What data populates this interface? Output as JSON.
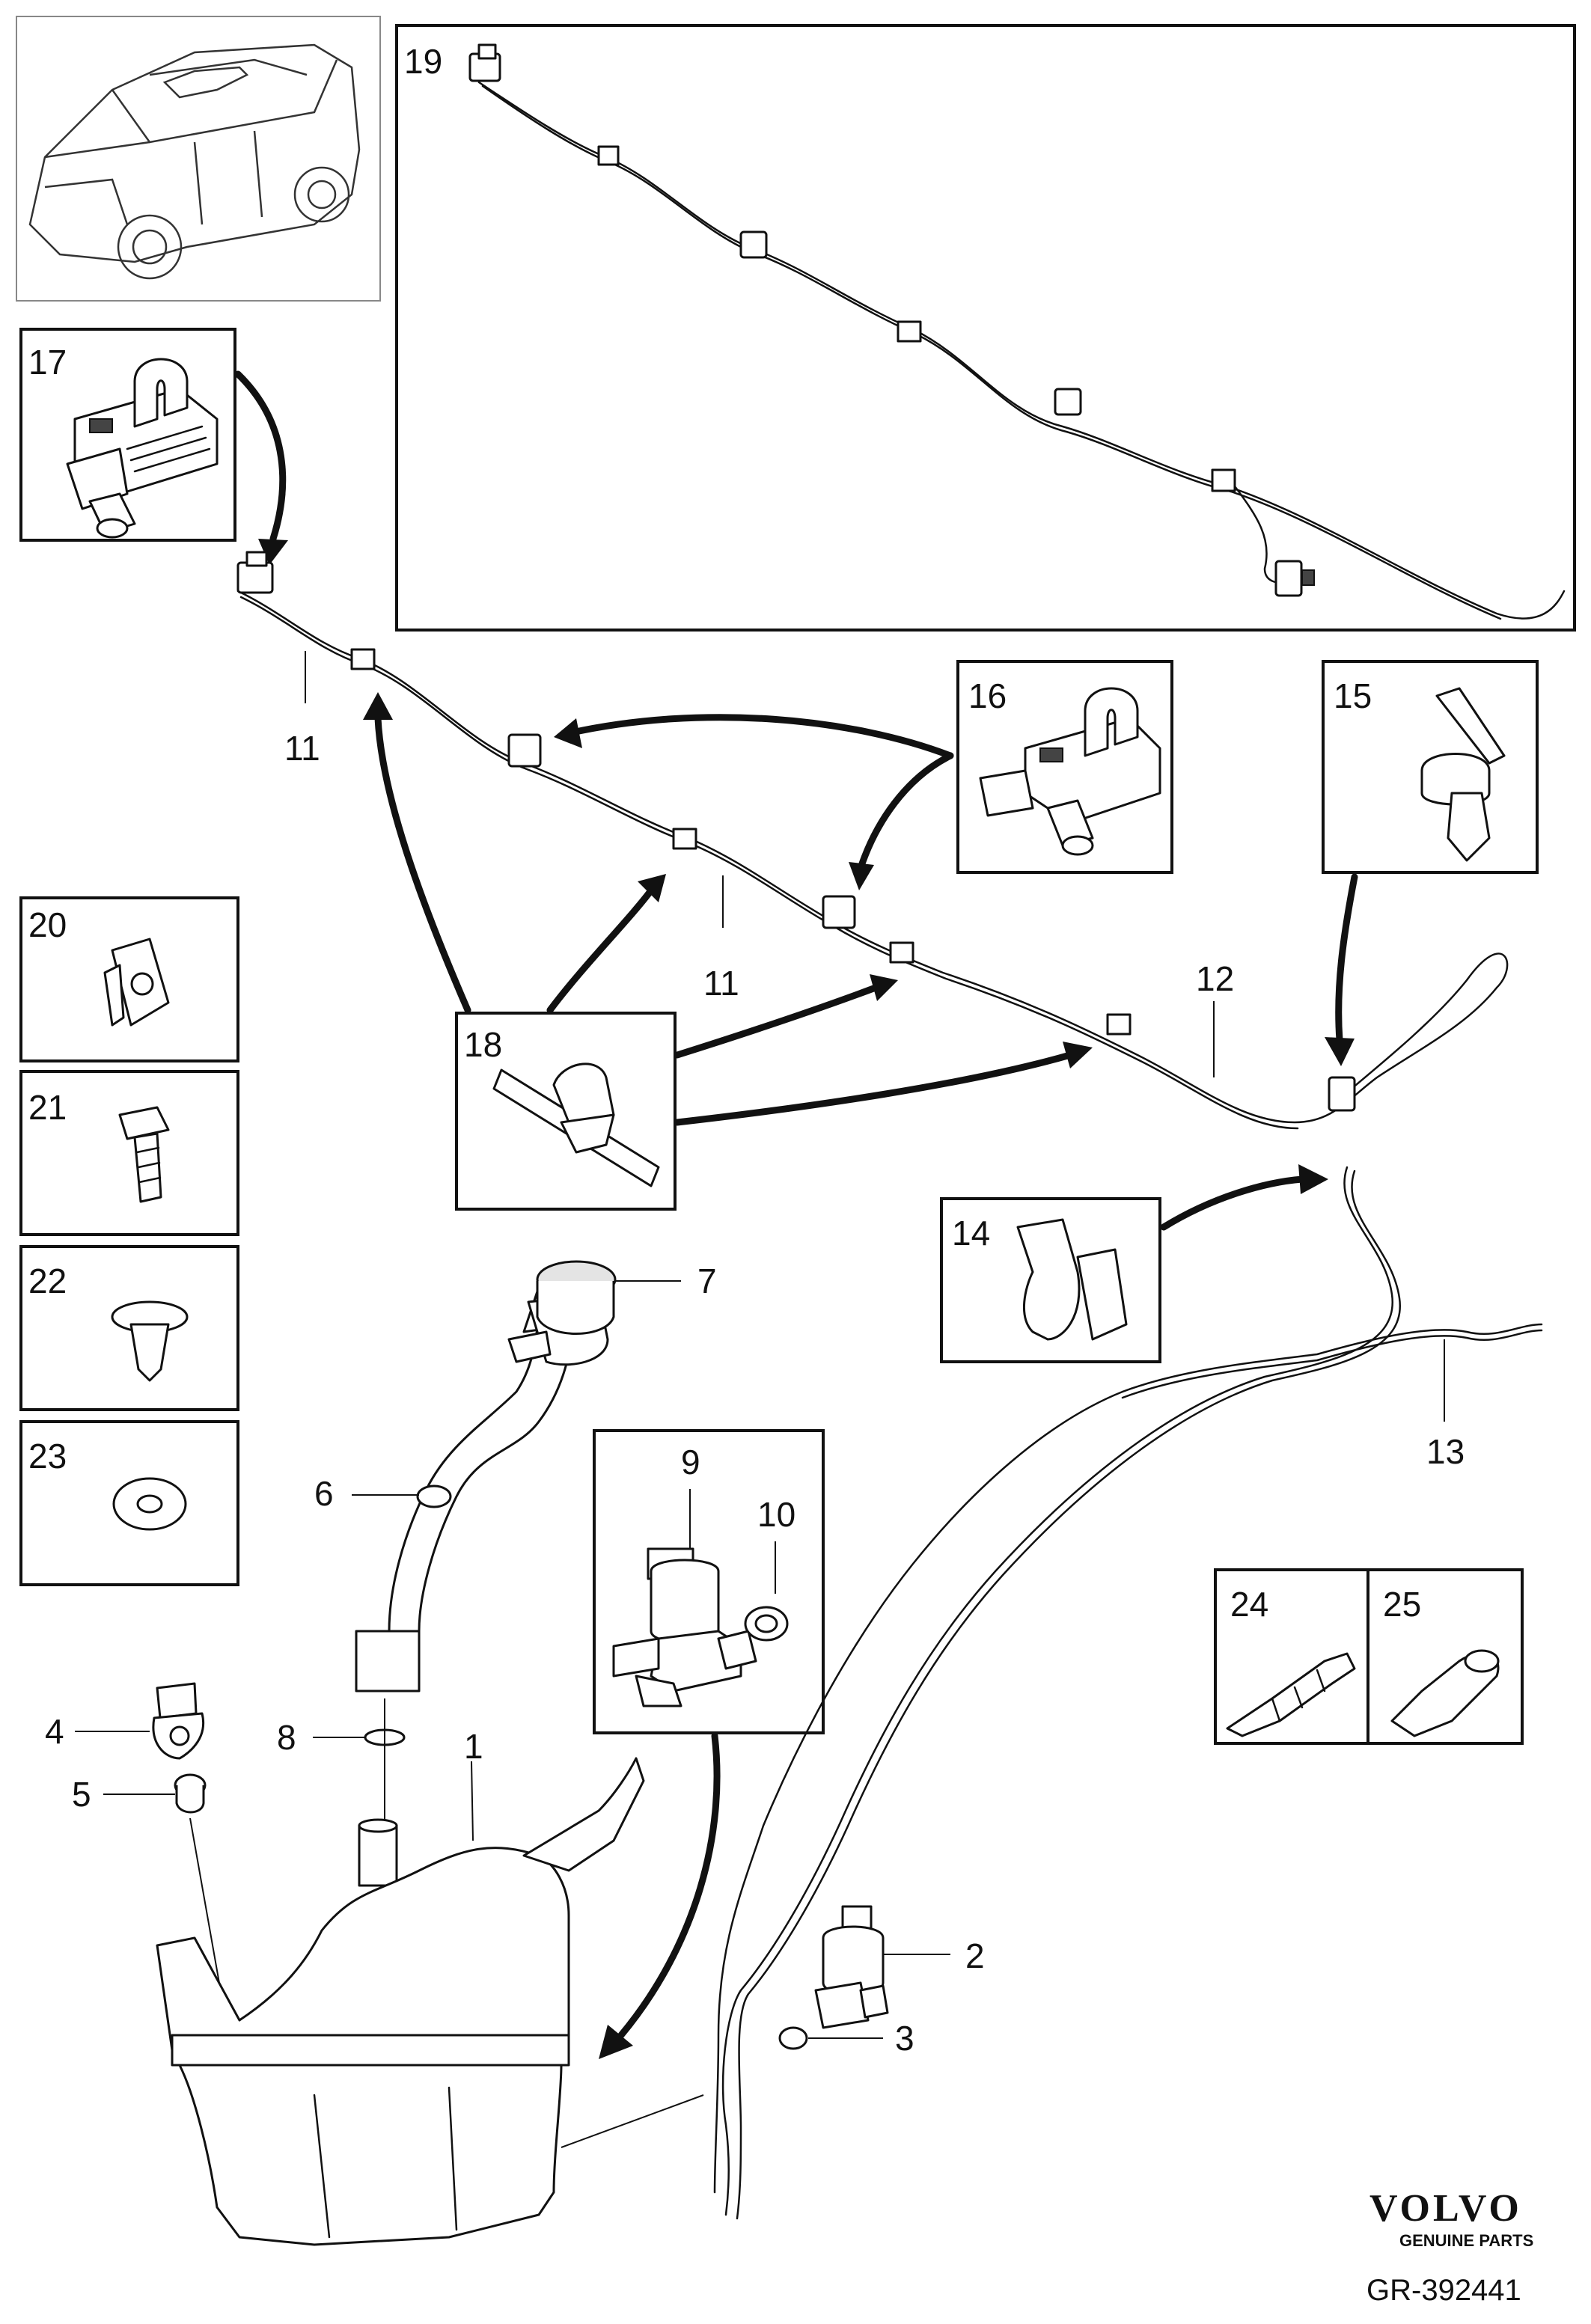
{
  "diagram": {
    "reference": "GR-392441",
    "brand": {
      "name": "VOLVO",
      "tagline": "GENUINE PARTS"
    },
    "part_numbers": [
      "1",
      "2",
      "3",
      "4",
      "5",
      "6",
      "7",
      "8",
      "9",
      "10",
      "11",
      "11",
      "12",
      "13",
      "14",
      "15",
      "16",
      "17",
      "18",
      "19",
      "20",
      "21",
      "22",
      "23",
      "24",
      "25"
    ],
    "boxed_parts": {
      "p17": "17",
      "p16": "16",
      "p15": "15",
      "p18": "18",
      "p19": "19",
      "p20": "20",
      "p21": "21",
      "p22": "22",
      "p23": "23",
      "p14": "14",
      "p9": "9",
      "p10": "10",
      "p24": "24",
      "p25": "25"
    },
    "callouts": {
      "c11a": "11",
      "c11b": "11",
      "c12": "12",
      "c13": "13",
      "c7": "7",
      "c6": "6",
      "c8": "8",
      "c1": "1",
      "c4": "4",
      "c5": "5",
      "c2": "2",
      "c3": "3"
    }
  }
}
